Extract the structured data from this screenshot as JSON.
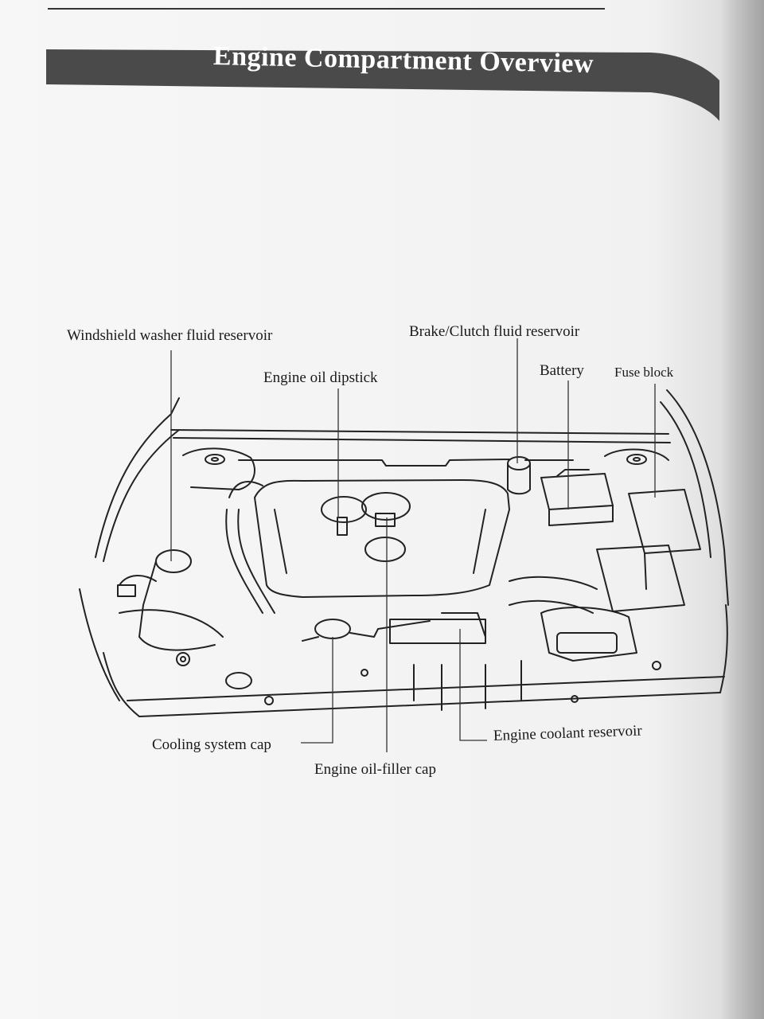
{
  "header": {
    "title": "Engine Compartment Overview"
  },
  "callouts": {
    "washer_reservoir": "Windshield washer fluid reservoir",
    "brake_clutch_reservoir": "Brake/Clutch fluid reservoir",
    "oil_dipstick": "Engine oil dipstick",
    "battery": "Battery",
    "fuse_block": "Fuse block",
    "cooling_cap": "Cooling system cap",
    "coolant_reservoir": "Engine coolant reservoir",
    "oil_filler_cap": "Engine oil-filler cap"
  },
  "colors": {
    "title_bar": "#4a4a4a",
    "line_art": "#222222",
    "paper": "#f4f4f4"
  }
}
